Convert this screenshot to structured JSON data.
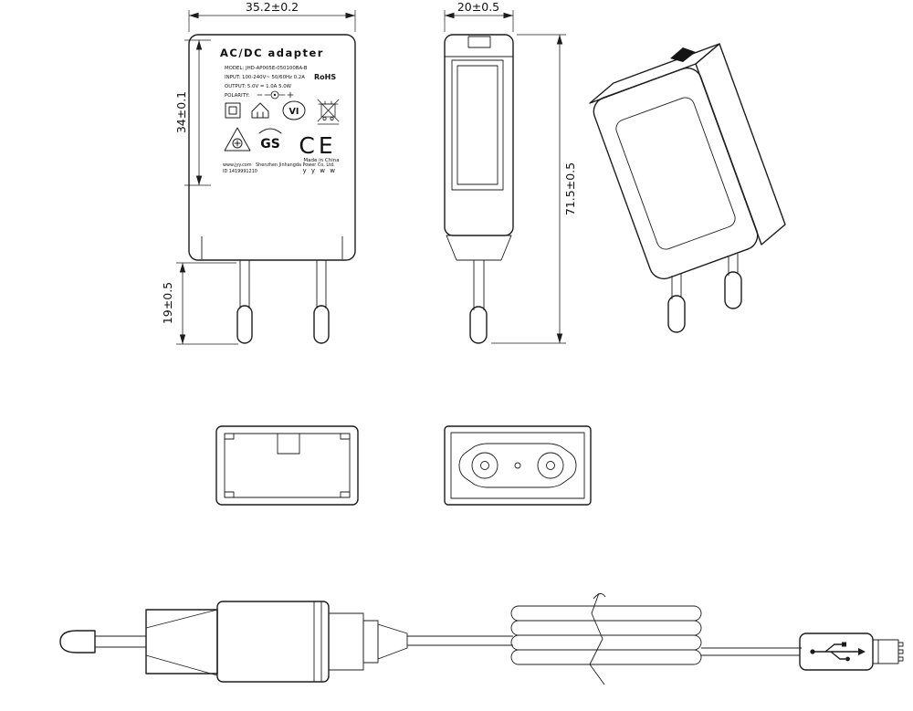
{
  "drawing": {
    "dims": {
      "front_width": "35.2±0.2",
      "side_width": "20±0.5",
      "label_height": "34±0.1",
      "pin_length": "19±0.5",
      "total_height": "71.5±0.5"
    },
    "label": {
      "title": "AC/DC  adapter",
      "model": "MODEL: JHD-AP005E-050100BA-B",
      "input": "INPUT: 100-240V~  50/60Hz  0.2A",
      "rohs": "RoHS",
      "output": "OUTPUT: 5.0V = 1.0A  5.0W",
      "polarity": "POLARITY:",
      "vi": "VI",
      "gs": "GS",
      "ce": "CE",
      "made_in": "Made in China",
      "website": "www.jyy.com",
      "company": "Shenzhen Jinhangda Power Co, Ltd.",
      "id": "ID 1419991210",
      "date_code": "y y w w"
    },
    "colors": {
      "line": "#1c1c1c",
      "background": "#ffffff"
    }
  }
}
